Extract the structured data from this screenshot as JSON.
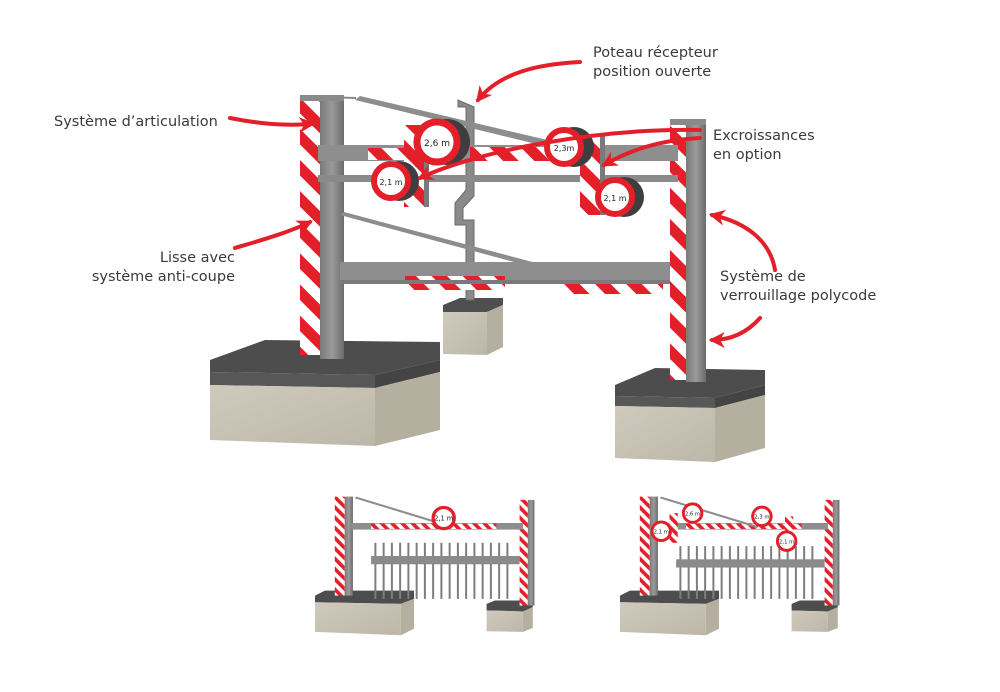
{
  "diagram": {
    "title": "Portique de limitation de hauteur avec lisse anti-coupe",
    "colors": {
      "accent_red": "#e3202a",
      "steel": "#8c8c8c",
      "steel_dark": "#6e6e6e",
      "asphalt": "#4a4a4a",
      "concrete": "#cbc6ba",
      "label_text": "#3a3a3a"
    },
    "labels": {
      "receiver_post": {
        "line1": "Poteau récepteur",
        "line2": "position ouverte"
      },
      "articulation": {
        "line1": "Système d’articulation"
      },
      "outgrowths": {
        "line1": "Excroissances",
        "line2": "en option"
      },
      "bar": {
        "line1": "Lisse avec",
        "line2": "système anti-coupe"
      },
      "locking": {
        "line1": "Système de",
        "line2": "verrouillage polycode"
      }
    },
    "signs": [
      {
        "id": "sign-2-6",
        "text": "2,6 m"
      },
      {
        "id": "sign-2-3",
        "text": "2,3m"
      },
      {
        "id": "sign-2-1-left",
        "text": "2,1 m"
      },
      {
        "id": "sign-2-1-right",
        "text": "2,1 m"
      }
    ],
    "variants": [
      {
        "id": "variant-gate-single-sign",
        "sign_text": "2,1 m"
      },
      {
        "id": "variant-gate-four-signs",
        "sign_texts": [
          "2,1 m",
          "2,6 m",
          "2,3 m",
          "2,1 m"
        ]
      }
    ]
  }
}
